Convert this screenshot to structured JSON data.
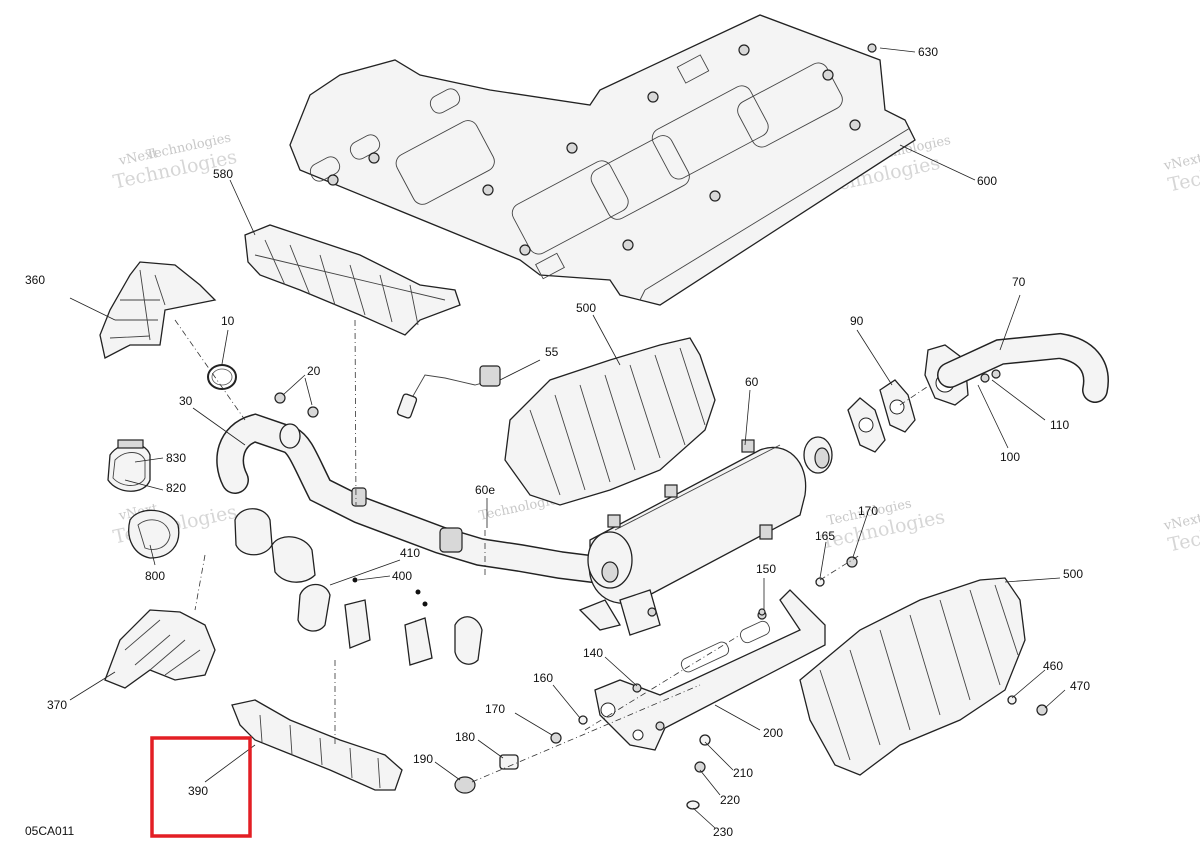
{
  "diagram": {
    "code": "05CA011",
    "highlight_color": "#e31e24",
    "callouts": [
      {
        "id": "630",
        "text": "630"
      },
      {
        "id": "580",
        "text": "580"
      },
      {
        "id": "600",
        "text": "600"
      },
      {
        "id": "360",
        "text": "360"
      },
      {
        "id": "10",
        "text": "10"
      },
      {
        "id": "20",
        "text": "20"
      },
      {
        "id": "30",
        "text": "30"
      },
      {
        "id": "55",
        "text": "55"
      },
      {
        "id": "500a",
        "text": "500"
      },
      {
        "id": "60",
        "text": "60"
      },
      {
        "id": "90",
        "text": "90"
      },
      {
        "id": "70",
        "text": "70"
      },
      {
        "id": "110",
        "text": "110"
      },
      {
        "id": "100",
        "text": "100"
      },
      {
        "id": "830",
        "text": "830"
      },
      {
        "id": "820",
        "text": "820"
      },
      {
        "id": "60e",
        "text": "60e"
      },
      {
        "id": "170a",
        "text": "170"
      },
      {
        "id": "165",
        "text": "165"
      },
      {
        "id": "800",
        "text": "800"
      },
      {
        "id": "410",
        "text": "410"
      },
      {
        "id": "400",
        "text": "400"
      },
      {
        "id": "150",
        "text": "150"
      },
      {
        "id": "500b",
        "text": "500"
      },
      {
        "id": "140",
        "text": "140"
      },
      {
        "id": "160",
        "text": "160"
      },
      {
        "id": "460",
        "text": "460"
      },
      {
        "id": "470",
        "text": "470"
      },
      {
        "id": "370",
        "text": "370"
      },
      {
        "id": "170b",
        "text": "170"
      },
      {
        "id": "200",
        "text": "200"
      },
      {
        "id": "180",
        "text": "180"
      },
      {
        "id": "390",
        "text": "390"
      },
      {
        "id": "190",
        "text": "190"
      },
      {
        "id": "210",
        "text": "210"
      },
      {
        "id": "220",
        "text": "220"
      },
      {
        "id": "230",
        "text": "230"
      }
    ],
    "watermark": {
      "line1": "vNext",
      "line2": "Technologies"
    }
  }
}
